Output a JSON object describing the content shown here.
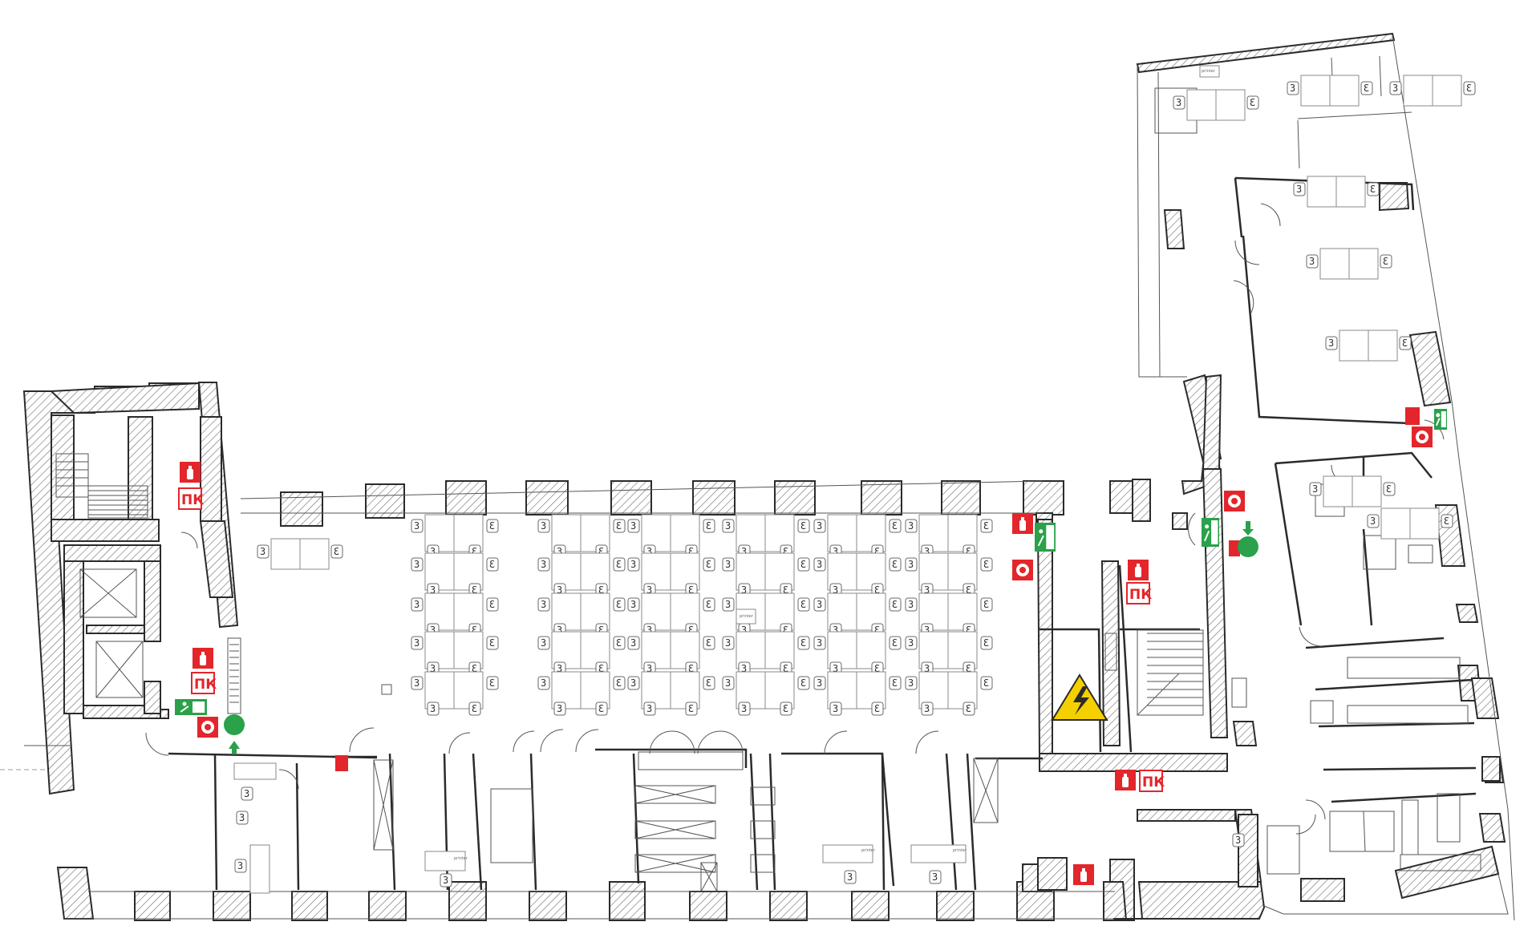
{
  "signs": {
    "hydrant_code": "ПК",
    "printer_label": "printer"
  },
  "colors": {
    "fire_red": "#e3262b",
    "exit_green": "#2aa14a",
    "hazard_yellow": "#f5d000",
    "wall_stroke": "#2b2b2b"
  },
  "icons": {
    "extinguisher": "fire-extinguisher-icon",
    "hydrant": "fire-hydrant-icon",
    "alarm": "fire-alarm-icon",
    "exit": "emergency-exit-icon",
    "assembly": "assembly-point-icon",
    "hazard": "high-voltage-icon"
  },
  "chair_glyph": "3",
  "chair_glyph_mirror": "Ɛ"
}
